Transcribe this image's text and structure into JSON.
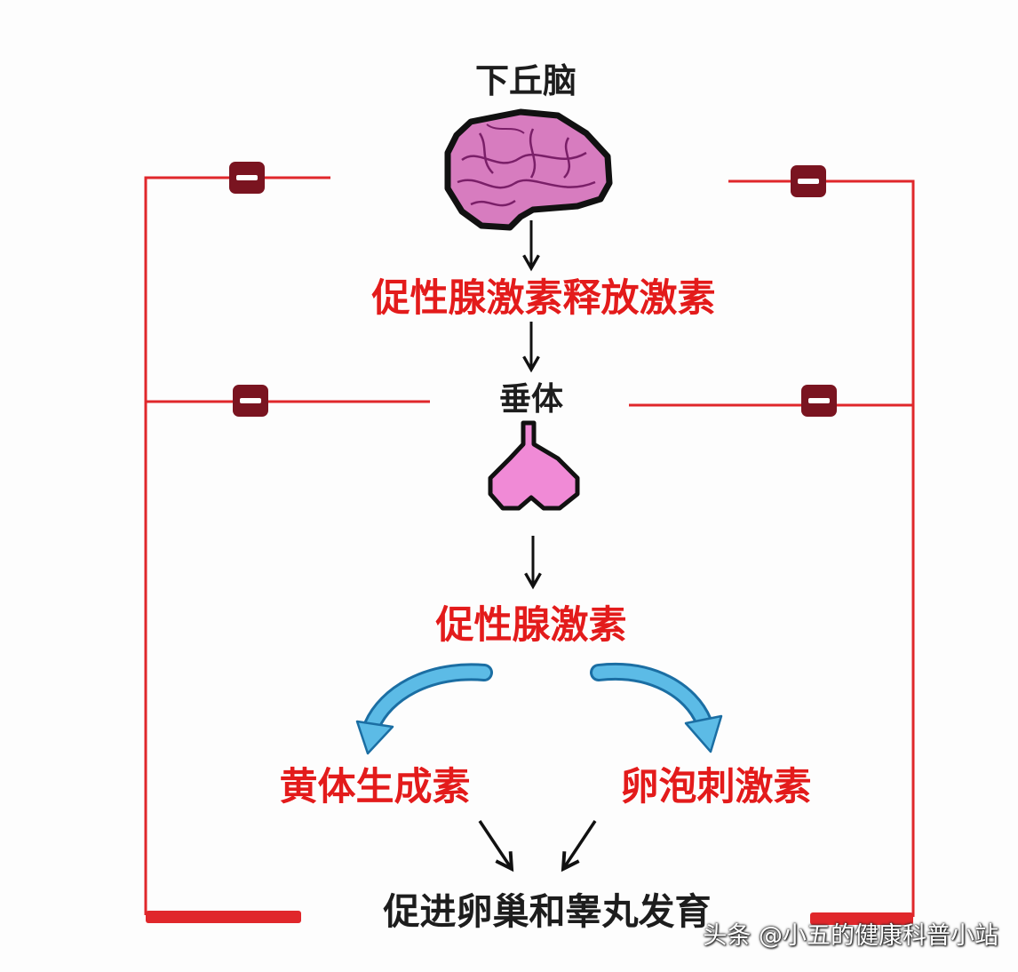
{
  "nodes": {
    "hypothalamus": "下丘脑",
    "gnrh": "促性腺激素释放激素",
    "pituitary": "垂体",
    "gonadotropin": "促性腺激素",
    "lh": "黄体生成素",
    "fsh": "卵泡刺激素",
    "outcome": "促进卵巢和睾丸发育"
  },
  "feedback_symbol": "−",
  "watermark": "头条 @小五的健康科普小站",
  "colors": {
    "feedback_line": "#e0272b",
    "inhibit_badge": "#7a1420",
    "highlight_text": "#e31b1b",
    "plain_text": "#1d1d1d",
    "brain": "#d77cbf",
    "pituitary": "#f08ad6",
    "curved_arrow": "#5cbbe6"
  },
  "icons": [
    "brain-icon",
    "pituitary-icon",
    "minus-icon"
  ]
}
